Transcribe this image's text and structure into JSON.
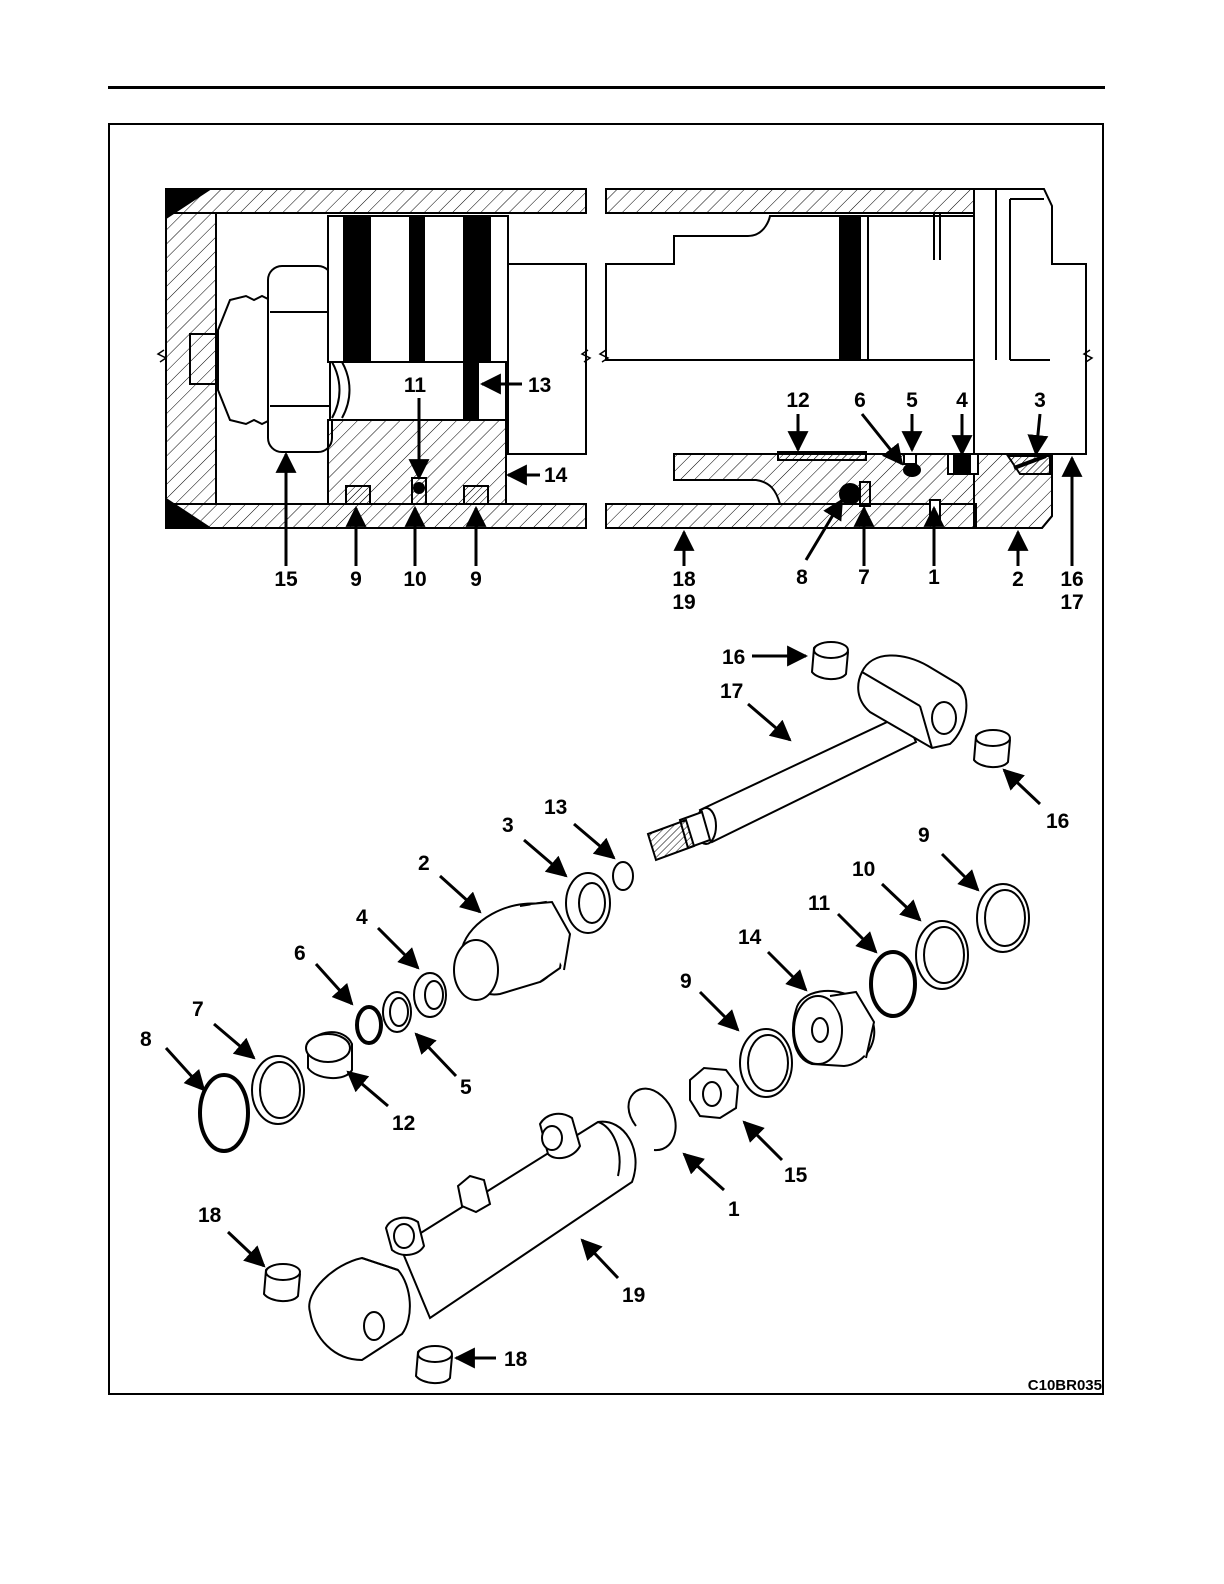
{
  "figure_code": "C10BR035",
  "section_callouts": [
    "15",
    "9",
    "10",
    "9",
    "11",
    "13",
    "14",
    "18",
    "19",
    "8",
    "7",
    "1",
    "2",
    "16",
    "17",
    "12",
    "6",
    "5",
    "4",
    "3"
  ],
  "exploded_callouts": [
    "16",
    "17",
    "16",
    "13",
    "3",
    "2",
    "4",
    "6",
    "5",
    "7",
    "8",
    "12",
    "9",
    "10",
    "11",
    "14",
    "9",
    "1",
    "15",
    "19",
    "18",
    "18"
  ]
}
